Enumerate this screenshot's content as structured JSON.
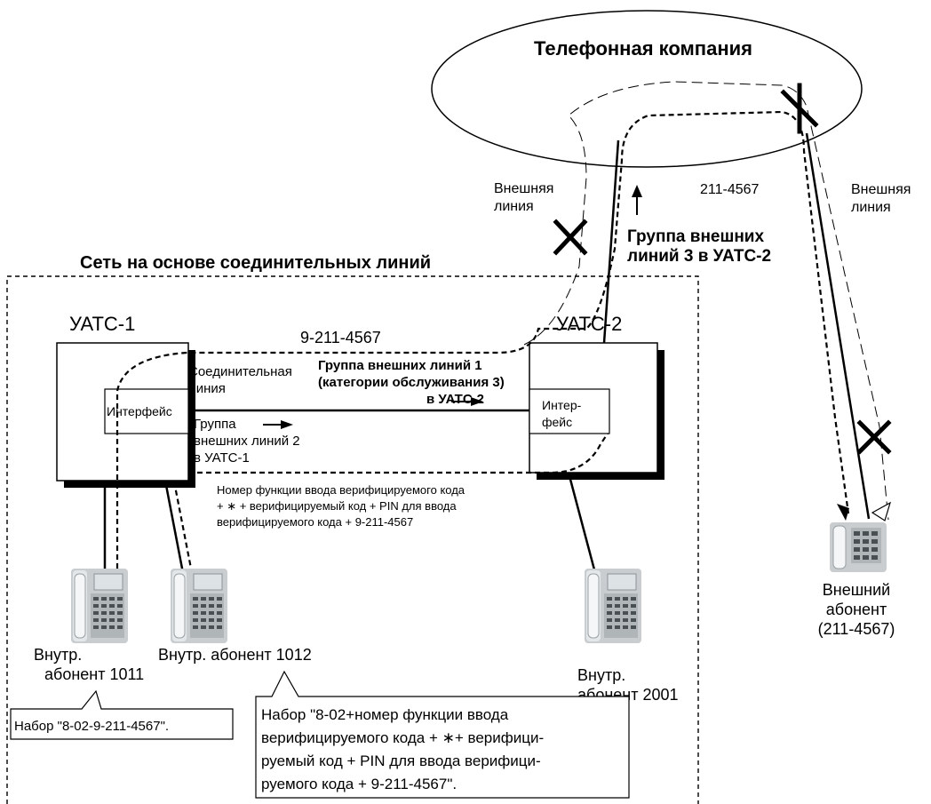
{
  "carrier": {
    "label": "Телефонная компания"
  },
  "labels": {
    "external_line_left": [
      "Внешняя",
      "линия"
    ],
    "external_line_right": [
      "Внешняя",
      "линия"
    ],
    "dialed_number_carrier": "211-4567",
    "trunk_group_pbx2": [
      "Группа внешних",
      "линий 3 в УАТС-2"
    ],
    "network": "Сеть на основе соединительных линий",
    "pbx1": "УАТС-1",
    "pbx2": "УАТС-2",
    "dialed_number_network": "9-211-4567",
    "tie_line": [
      "Соединительная",
      "линия"
    ],
    "trunk_group_1": [
      "Группа внешних линий 1",
      "(категории обслуживания 3)",
      "в УАТС-2"
    ],
    "interface_pbx1": "Интерфейс",
    "interface_pbx2": [
      "Интер-",
      "фейс"
    ],
    "trunk_group_2": [
      "Группа",
      "внешних линий 2",
      "в УАТС-1"
    ],
    "feature_sequence": [
      "Номер функции ввода верифицируемого кода",
      "+ ∗ + верифицируемый код + PIN для ввода",
      "верифицируемого кода + 9-211-4567"
    ]
  },
  "phones": [
    {
      "id": "ext1011",
      "label": [
        "Внутр.",
        "абонент 1011"
      ]
    },
    {
      "id": "ext1012",
      "label": [
        "Внутр. абонент 1012"
      ]
    },
    {
      "id": "ext2001",
      "label": [
        "Внутр.",
        "абонент 2001"
      ]
    },
    {
      "id": "outside",
      "label": [
        "Внешний",
        "абонент",
        "(211-4567)"
      ]
    }
  ],
  "callouts": {
    "dial_1011": "Набор \"8-02-9-211-4567\".",
    "dial_1012": [
      "Набор \"8-02+номер функции ввода",
      "верифицируемого кода + ∗+ верифици-",
      "руемый код + PIN для ввода верифици-",
      "руемого кода + 9-211-4567\"."
    ]
  },
  "icons": [
    "blocked-x-icon",
    "arrow-icon",
    "hollow-arrow-icon",
    "telephone-icon"
  ]
}
